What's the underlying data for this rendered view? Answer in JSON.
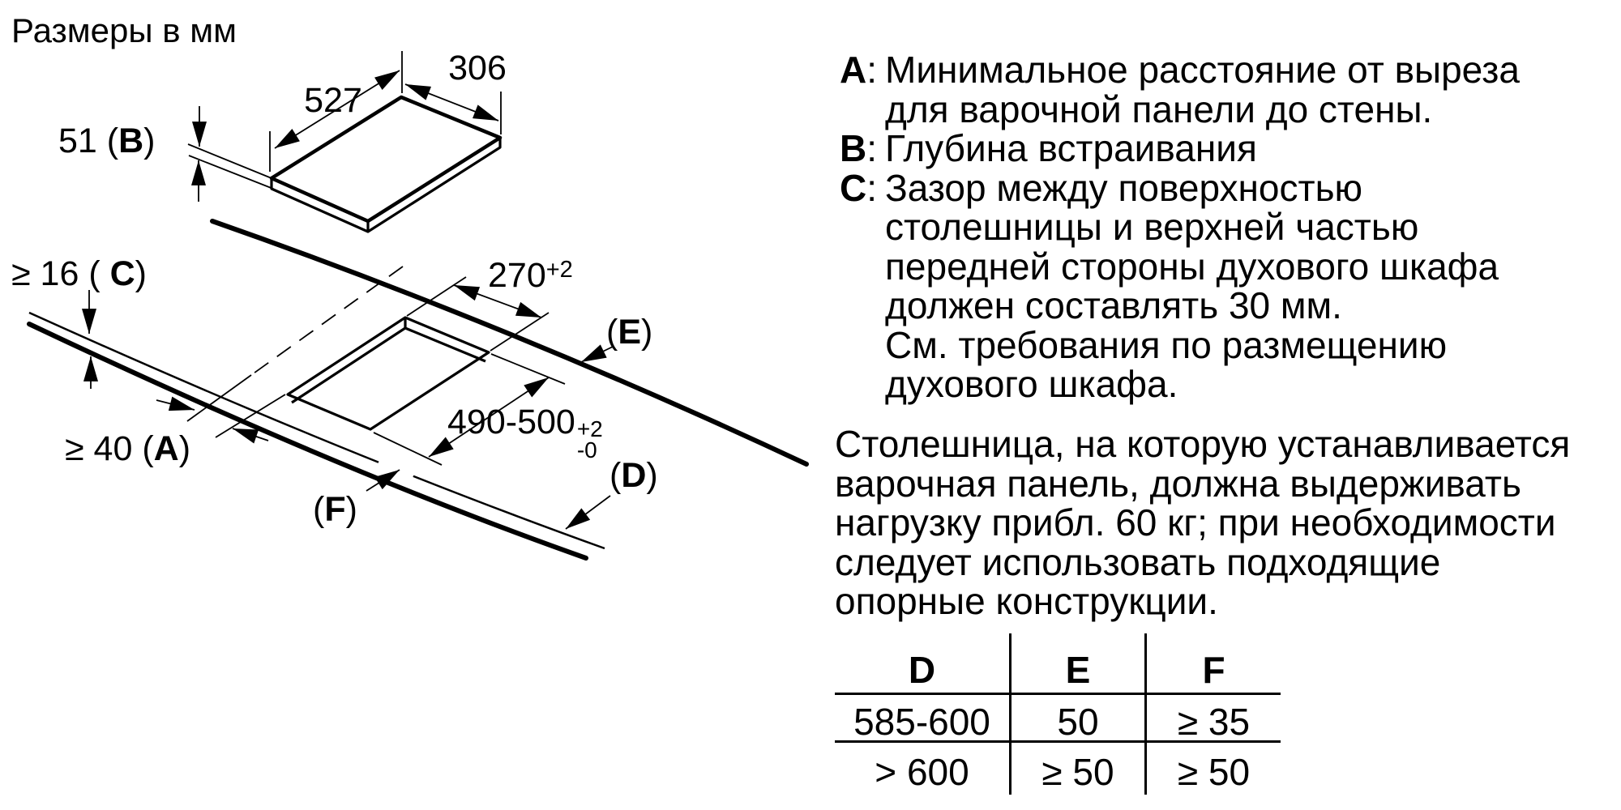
{
  "drawing": {
    "title": "Размеры в мм",
    "panel": {
      "width_label": "527",
      "depth_label": "306",
      "height": {
        "pre": "51 (",
        "letter": "B",
        "post": ")"
      }
    },
    "worktop": {
      "thickness": {
        "pre": "≥ 16 ( ",
        "letter": "C",
        "post": ")"
      },
      "wall_distance": {
        "pre": "≥ 40 (",
        "letter": "A",
        "post": ")"
      },
      "cutout_width": {
        "value": "270",
        "sup": "+2"
      },
      "cutout_depth": {
        "value": "490-500",
        "sup": "+2",
        "sub": "-0"
      },
      "back_label": {
        "pre": "(",
        "letter": "E",
        "post": ")"
      },
      "front_label": {
        "pre": "(",
        "letter": "D",
        "post": ")"
      },
      "edge_label": {
        "pre": "(",
        "letter": "F",
        "post": ")"
      }
    }
  },
  "legend": {
    "separator": ":",
    "items": [
      {
        "letter": "A",
        "lines": [
          "Минимальное расстояние от выреза",
          "для варочной панели до стены."
        ]
      },
      {
        "letter": "B",
        "lines": [
          "Глубина встраивания"
        ]
      },
      {
        "letter": "C",
        "lines": [
          "Зазор между поверхностью",
          "столешницы и верхней частью",
          "передней стороны духового шкафа",
          "должен составлять 30 мм.",
          "См. требования по размещению",
          "духового шкафа."
        ]
      }
    ]
  },
  "paragraph": {
    "lines": [
      "Столешница, на которую устанавливается",
      "варочная панель, должна выдерживать",
      "нагрузку прибл. 60 кг; при необходимости",
      "следует использовать подходящие",
      "опорные конструкции."
    ]
  },
  "table": {
    "headers": [
      "D",
      "E",
      "F"
    ],
    "rows": [
      [
        "585-600",
        "50",
        "≥ 35"
      ],
      [
        "> 600",
        "≥ 50",
        "≥ 50"
      ]
    ]
  }
}
